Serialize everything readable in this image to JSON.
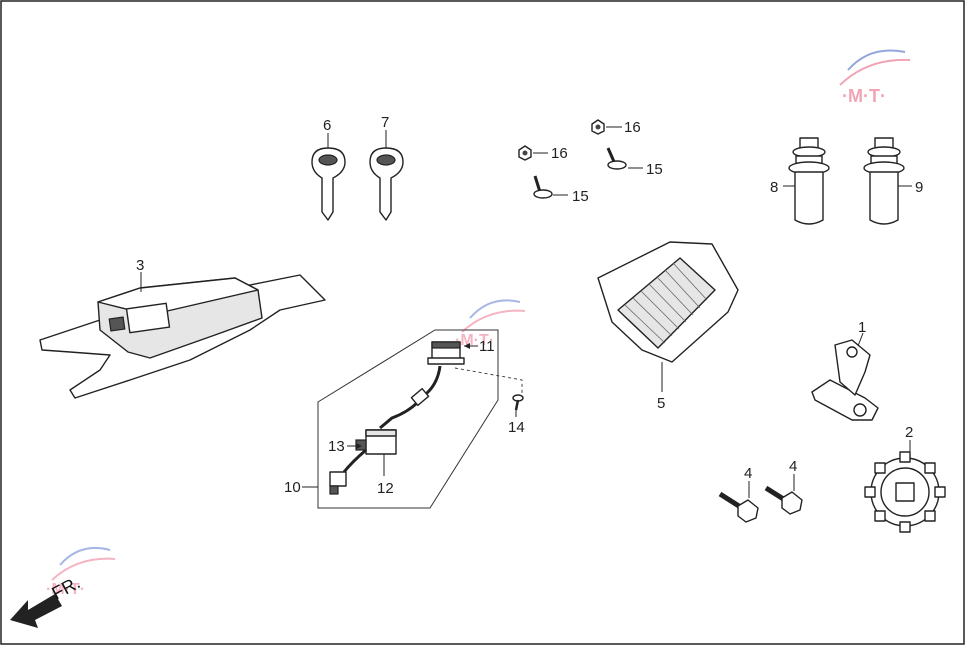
{
  "diagram": {
    "callouts": {
      "c1": "1",
      "c2": "2",
      "c3": "3",
      "c4a": "4",
      "c4b": "4",
      "c5": "5",
      "c6": "6",
      "c7": "7",
      "c8": "8",
      "c9": "9",
      "c10": "10",
      "c11": "11",
      "c12": "12",
      "c13": "13",
      "c14": "14",
      "c15a": "15",
      "c15b": "15",
      "c16a": "16",
      "c16b": "16"
    },
    "front_label": "FR."
  },
  "colors": {
    "line": "#222222",
    "background": "#ffffff",
    "watermark_pink": "#e85a7a",
    "watermark_blue": "#3d5fc4"
  },
  "watermark_icon": "moto-logo-watermark"
}
